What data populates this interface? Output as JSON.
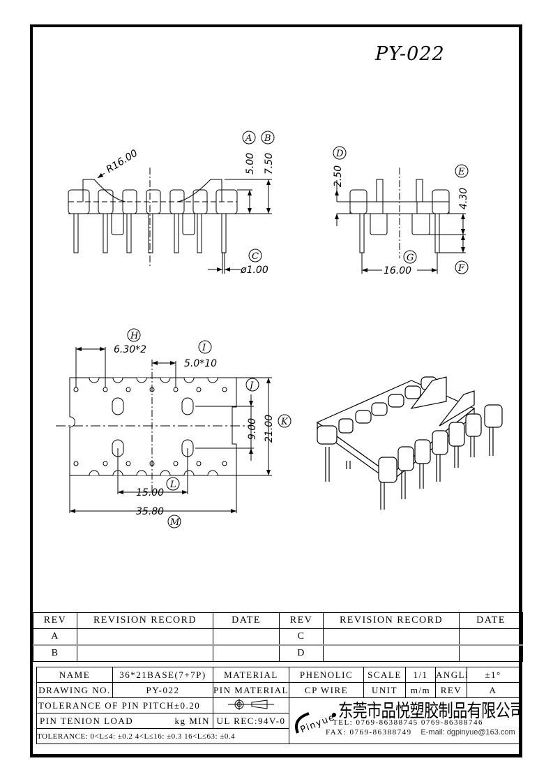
{
  "drawing": {
    "title": "PY-022",
    "side_view": {
      "radius_label": "R16.00",
      "dim_a": {
        "tag": "A",
        "value": "5.00"
      },
      "dim_b": {
        "tag": "B",
        "value": "7.50"
      },
      "dim_c": {
        "tag": "C",
        "value": "ø1.00"
      }
    },
    "end_view": {
      "dim_d": {
        "tag": "D",
        "value": "2.50"
      },
      "dim_e": {
        "tag": "E",
        "value": "4.30"
      },
      "dim_f": {
        "tag": "F"
      },
      "dim_g": {
        "tag": "G",
        "value": "16.00"
      }
    },
    "bottom_view": {
      "dim_h": {
        "tag": "H",
        "value": "6.30*2"
      },
      "dim_i": {
        "tag": "I",
        "value": "5.0*10"
      },
      "dim_j": {
        "tag": "J",
        "value": "9.00"
      },
      "dim_k": {
        "tag": "K",
        "value": "21.00"
      },
      "dim_l": {
        "tag": "L",
        "value": "15.00"
      },
      "dim_m": {
        "tag": "M",
        "value": "35.80"
      }
    }
  },
  "revision_table": {
    "headers": [
      "REV",
      "REVISION RECORD",
      "DATE",
      "REV",
      "REVISION RECORD",
      "DATE"
    ],
    "rows": [
      [
        "A",
        "",
        "",
        "C",
        "",
        ""
      ],
      [
        "B",
        "",
        "",
        "D",
        "",
        ""
      ]
    ]
  },
  "title_block": {
    "name_label": "NAME",
    "name_value": "36*21BASE(7+7P)",
    "material_label": "MATERIAL",
    "material_value": "PHENOLIC",
    "scale_label": "SCALE",
    "scale_value": "1/1",
    "angle_label": "ANGLE",
    "angle_value": "±1°",
    "drawing_no_label": "DRAWING NO.",
    "drawing_no_value": "PY-022",
    "pin_material_label": "PIN MATERIAL",
    "pin_material_value": "CP WIRE",
    "unit_label": "UNIT",
    "unit_value": "m/m",
    "rev_label": "REV",
    "rev_value": "A",
    "pin_pitch_tolerance": "TOLERANCE OF PIN PITCH±0.20",
    "pin_tension": "PIN TENION LOAD",
    "pin_tension_unit": "kg MIN",
    "ul_rec": "UL REC:94V-0",
    "general_tolerance": "TOLERANCE: 0<L≤4: ±0.2   4<L≤16: ±0.3   16<L≤63: ±0.4",
    "company": {
      "logo_text": "Pinyue",
      "name": "东莞市品悦塑胶制品有限公司",
      "tel": "TEL: 0769-86388745    0769-86388746",
      "fax": "FAX: 0769-86388749",
      "email": "E-mail: dgpinyue@163.com"
    }
  }
}
